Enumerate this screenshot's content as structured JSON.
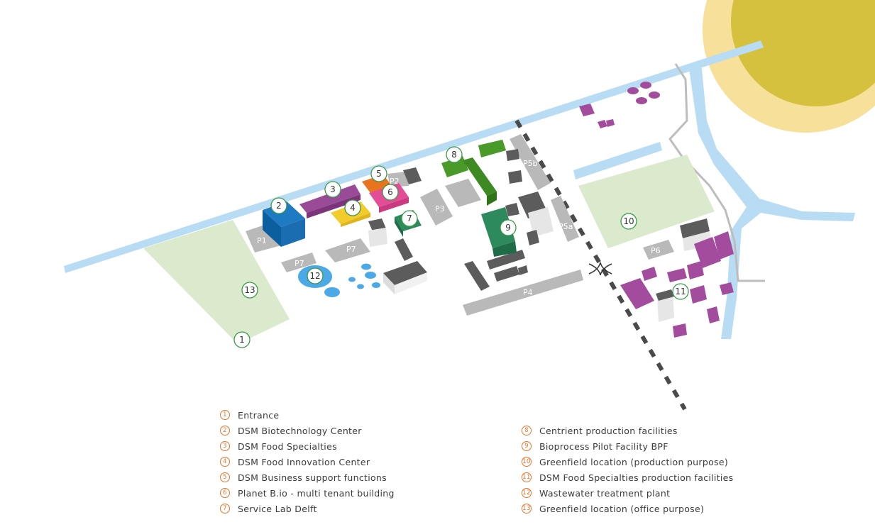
{
  "colors": {
    "water": "#b7dcf4",
    "green_area": "#dbe9cc",
    "parking": "#b9b9b9",
    "sun_outer": "#f7e099",
    "sun_inner": "#d6c13e",
    "marker_stroke": "#3a9a4a",
    "legend_number": "#e8742a"
  },
  "map": {
    "parking_labels": [
      "P1",
      "P2",
      "P3",
      "P4",
      "P5a",
      "P5b",
      "P6",
      "P7",
      "P7"
    ],
    "markers": [
      "1",
      "2",
      "3",
      "4",
      "5",
      "6",
      "7",
      "8",
      "9",
      "10",
      "11",
      "12",
      "13"
    ]
  },
  "legend": {
    "left": [
      {
        "num": "1",
        "label": "Entrance"
      },
      {
        "num": "2",
        "label": "DSM Biotechnology Center"
      },
      {
        "num": "3",
        "label": "DSM Food Specialties"
      },
      {
        "num": "4",
        "label": "DSM Food Innovation Center"
      },
      {
        "num": "5",
        "label": "DSM Business support functions"
      },
      {
        "num": "6",
        "label": "Planet B.io - multi tenant building"
      },
      {
        "num": "7",
        "label": "Service Lab Delft"
      }
    ],
    "right": [
      {
        "num": "8",
        "label": "Centrient production facilities"
      },
      {
        "num": "9",
        "label": "Bioprocess Pilot Facility BPF"
      },
      {
        "num": "10",
        "label": "Greenfield location (production purpose)"
      },
      {
        "num": "11",
        "label": "DSM Food Specialties production facilities"
      },
      {
        "num": "12",
        "label": "Wastewater treatment plant"
      },
      {
        "num": "13",
        "label": "Greenfield location (office purpose)"
      }
    ]
  }
}
